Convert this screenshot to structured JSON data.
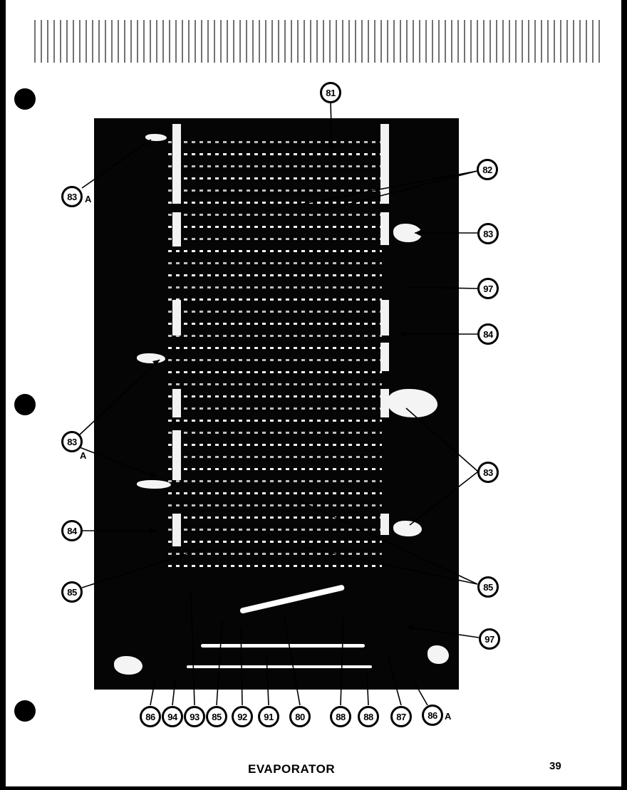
{
  "document": {
    "title": "EVAPORATOR",
    "page_number": "39"
  },
  "callouts": [
    {
      "label": "81",
      "suffix": ""
    },
    {
      "label": "82",
      "suffix": ""
    },
    {
      "label": "83",
      "suffix": "A"
    },
    {
      "label": "83",
      "suffix": ""
    },
    {
      "label": "97",
      "suffix": ""
    },
    {
      "label": "84",
      "suffix": ""
    },
    {
      "label": "83",
      "suffix": "A"
    },
    {
      "label": "83",
      "suffix": ""
    },
    {
      "label": "84",
      "suffix": ""
    },
    {
      "label": "85",
      "suffix": ""
    },
    {
      "label": "85",
      "suffix": ""
    },
    {
      "label": "97",
      "suffix": ""
    },
    {
      "label": "86",
      "suffix": ""
    },
    {
      "label": "94",
      "suffix": ""
    },
    {
      "label": "93",
      "suffix": ""
    },
    {
      "label": "85",
      "suffix": ""
    },
    {
      "label": "92",
      "suffix": ""
    },
    {
      "label": "91",
      "suffix": ""
    },
    {
      "label": "80",
      "suffix": ""
    },
    {
      "label": "88",
      "suffix": ""
    },
    {
      "label": "88",
      "suffix": ""
    },
    {
      "label": "87",
      "suffix": ""
    },
    {
      "label": "86",
      "suffix": "A"
    }
  ]
}
